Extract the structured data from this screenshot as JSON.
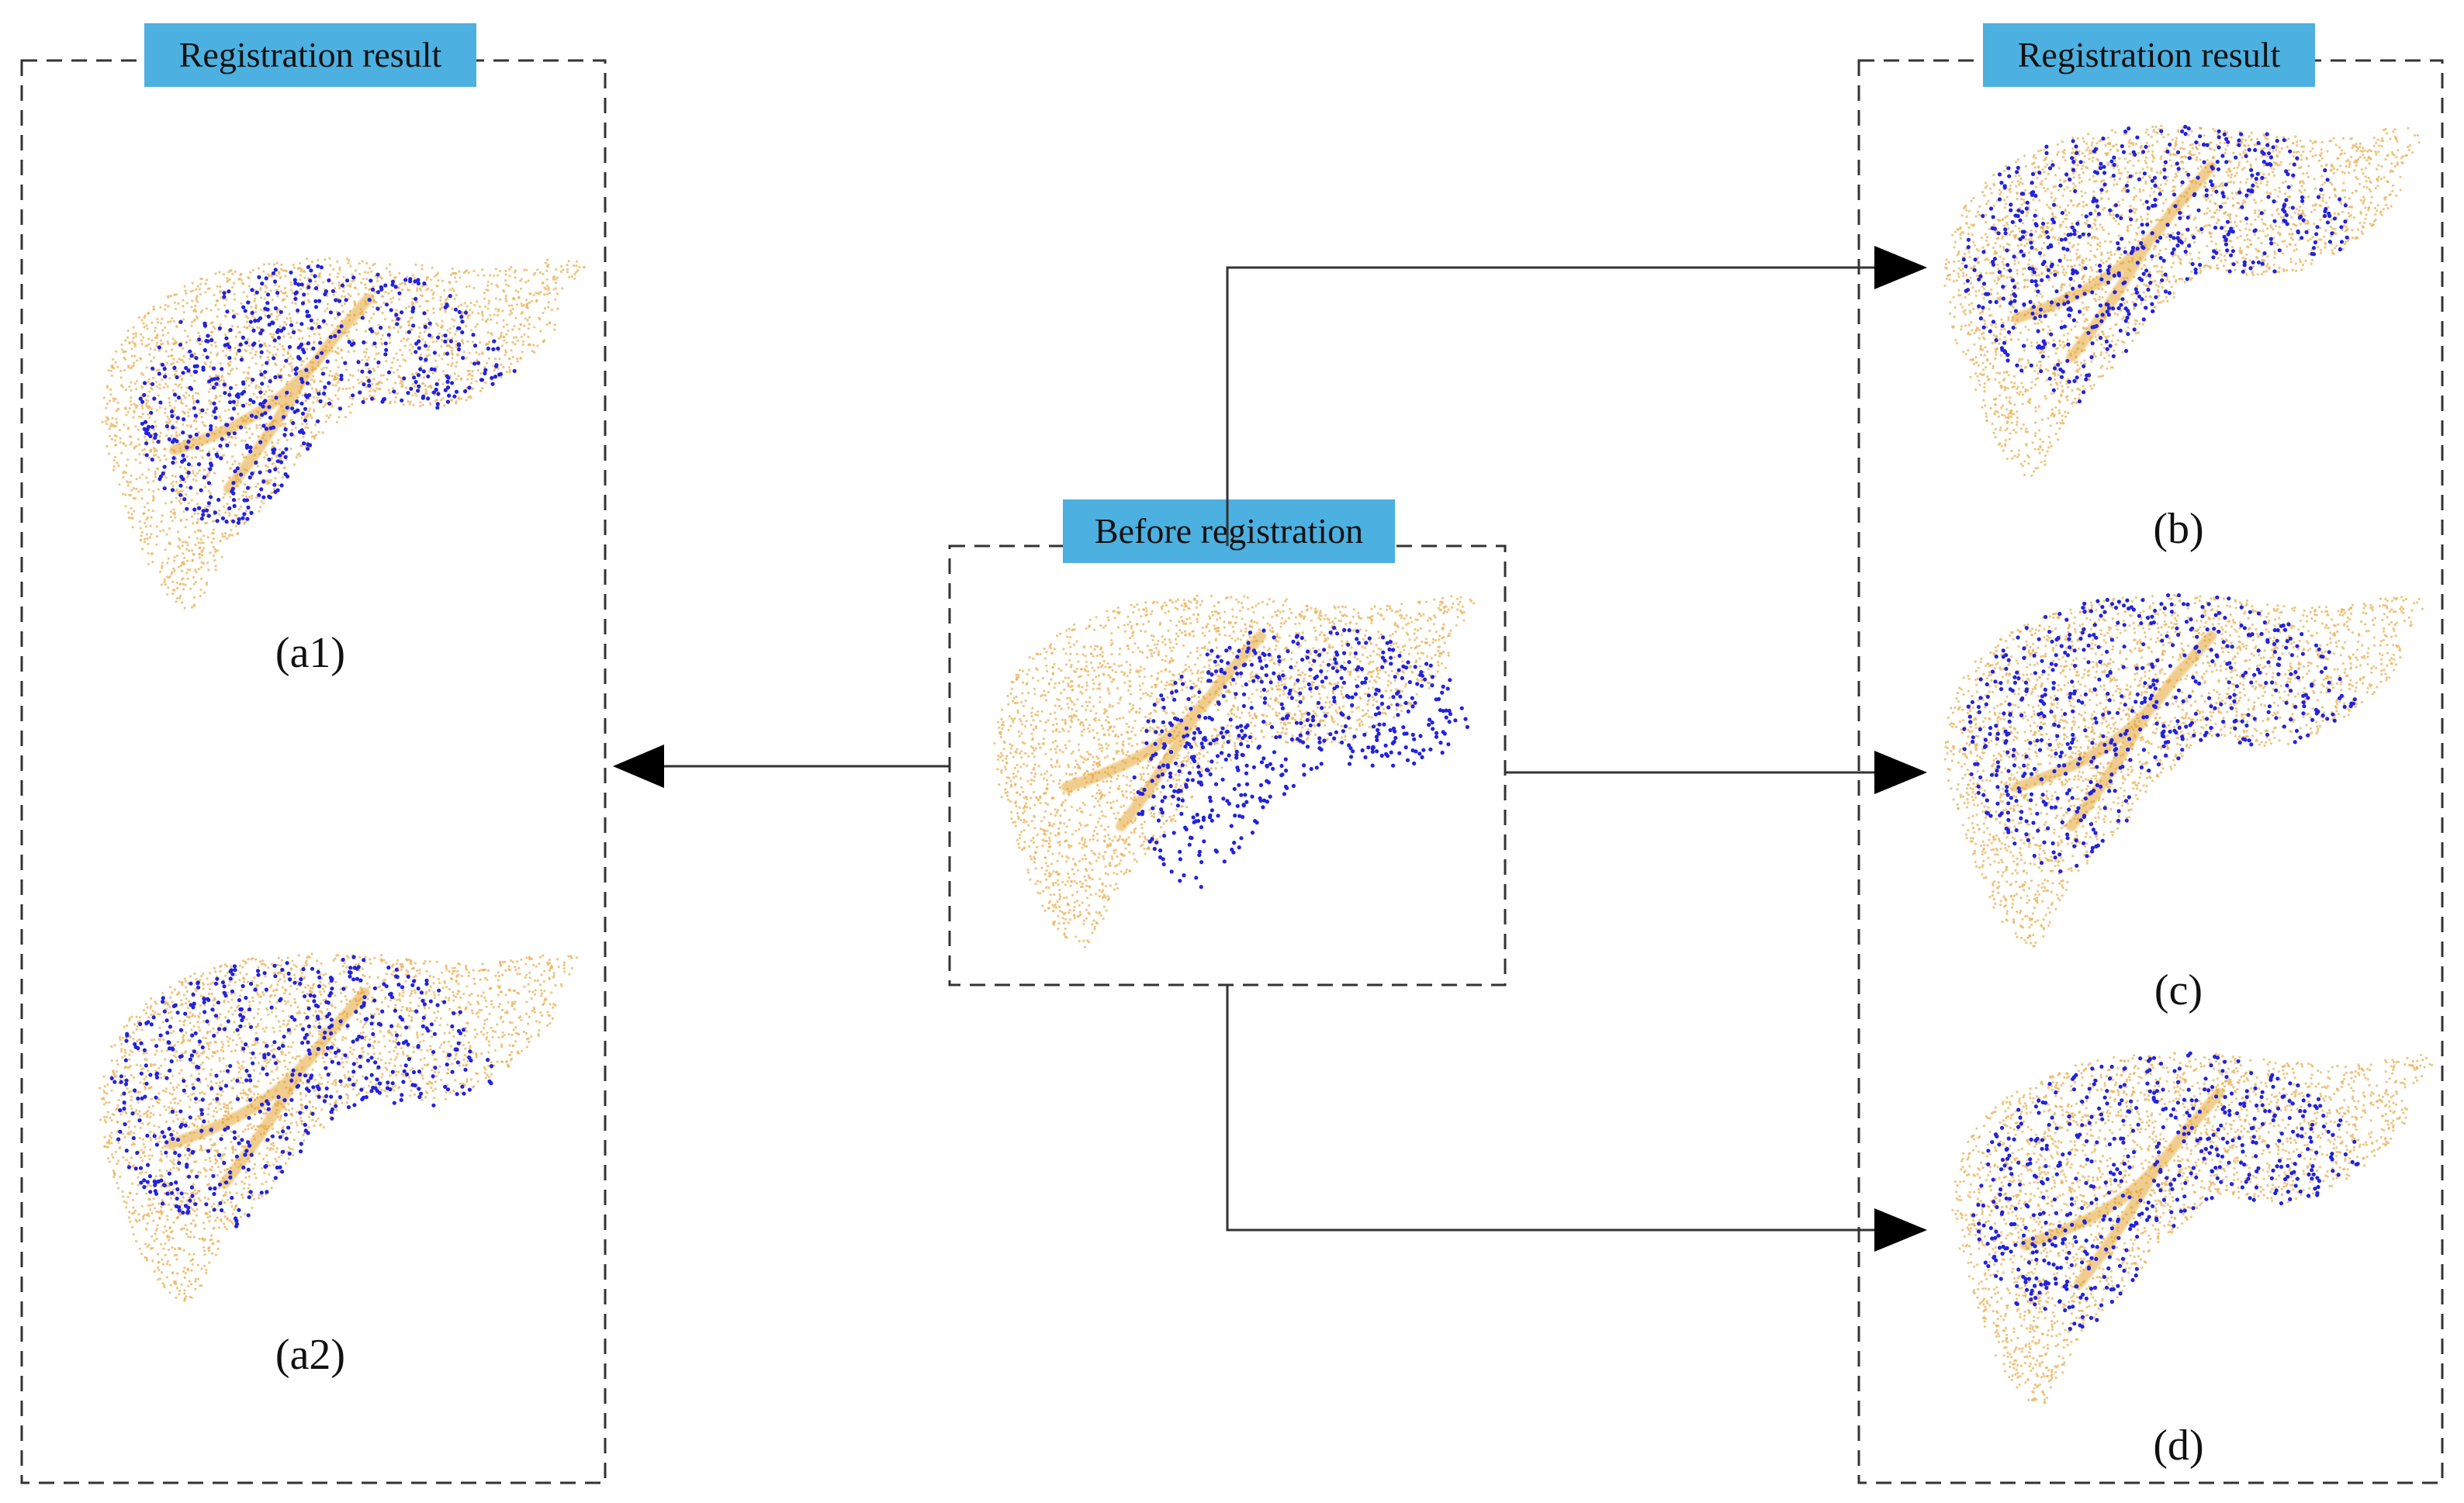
{
  "labels": {
    "left_group": "Registration result",
    "right_group": "Registration result",
    "center_group": "Before registration"
  },
  "captions": {
    "a1": "(a1)",
    "a2": "(a2)",
    "b": "(b)",
    "c": "(c)",
    "d": "(d)"
  },
  "colors": {
    "label_fill": "#4cb0e0",
    "source_points": "#2222e0",
    "target_points": "#eab35a",
    "target_vessel": "#e4a530",
    "frame_stroke": "#333333"
  }
}
